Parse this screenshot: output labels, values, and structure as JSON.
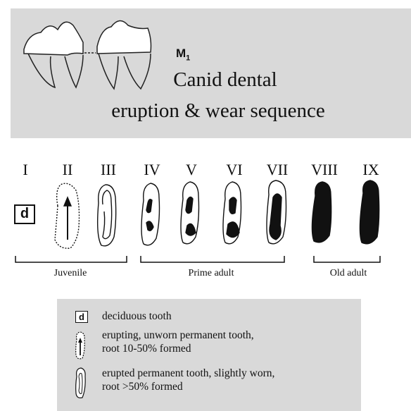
{
  "header": {
    "tooth_label": "M",
    "tooth_subscript": "1",
    "title_line1": "Canid dental",
    "title_line2": "eruption & wear sequence"
  },
  "stages": [
    "I",
    "II",
    "III",
    "IV",
    "V",
    "VI",
    "VII",
    "VIII",
    "IX"
  ],
  "deciduous_box": "d",
  "groups": [
    "Juvenile",
    "Prime adult",
    "Old adult"
  ],
  "legend": {
    "items": [
      {
        "symbol": "d",
        "lines": [
          "deciduous tooth"
        ]
      },
      {
        "symbol": "erupting-tooth-icon",
        "lines": [
          "erupting, unworn permanent tooth,",
          "root 10-50% formed"
        ]
      },
      {
        "symbol": "erupted-tooth-icon",
        "lines": [
          "erupted permanent tooth, slightly worn,",
          "root >50% formed"
        ]
      }
    ]
  }
}
